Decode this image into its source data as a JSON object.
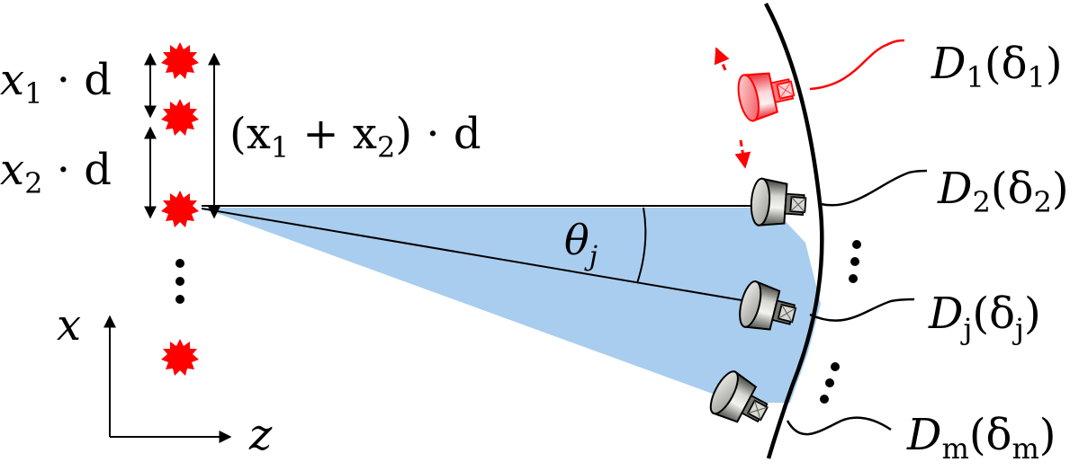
{
  "labels": {
    "x1d": {
      "var": "x",
      "sub": "1",
      "rest": " · d"
    },
    "x2d": {
      "var": "x",
      "sub": "2",
      "rest": " · d"
    },
    "sum": {
      "open": "(x",
      "sub1": "1",
      "mid": " + x",
      "sub2": "2",
      "close": ") · d"
    },
    "theta": {
      "var": "θ",
      "sub": "j"
    },
    "axis_x": "x",
    "axis_z": "z"
  },
  "detectors": [
    {
      "id": "D1",
      "name": "D",
      "sub": "1",
      "open": "(δ",
      "psub": "1",
      "close": ")",
      "highlight": true
    },
    {
      "id": "D2",
      "name": "D",
      "sub": "2",
      "open": "(δ",
      "psub": "2",
      "close": ")",
      "highlight": false
    },
    {
      "id": "Dj",
      "name": "D",
      "sub": "j",
      "open": "(δ",
      "psub": "j",
      "close": ")",
      "highlight": false
    },
    {
      "id": "Dm",
      "name": "D",
      "sub": "m",
      "open": "(δ",
      "psub": "m",
      "close": ")",
      "highlight": false
    }
  ],
  "colors": {
    "source": "#ff0000",
    "fan": "#a9cdee",
    "detector_highlight": "#e8202a",
    "detector_body": "#9a9a94",
    "line": "#000000"
  }
}
